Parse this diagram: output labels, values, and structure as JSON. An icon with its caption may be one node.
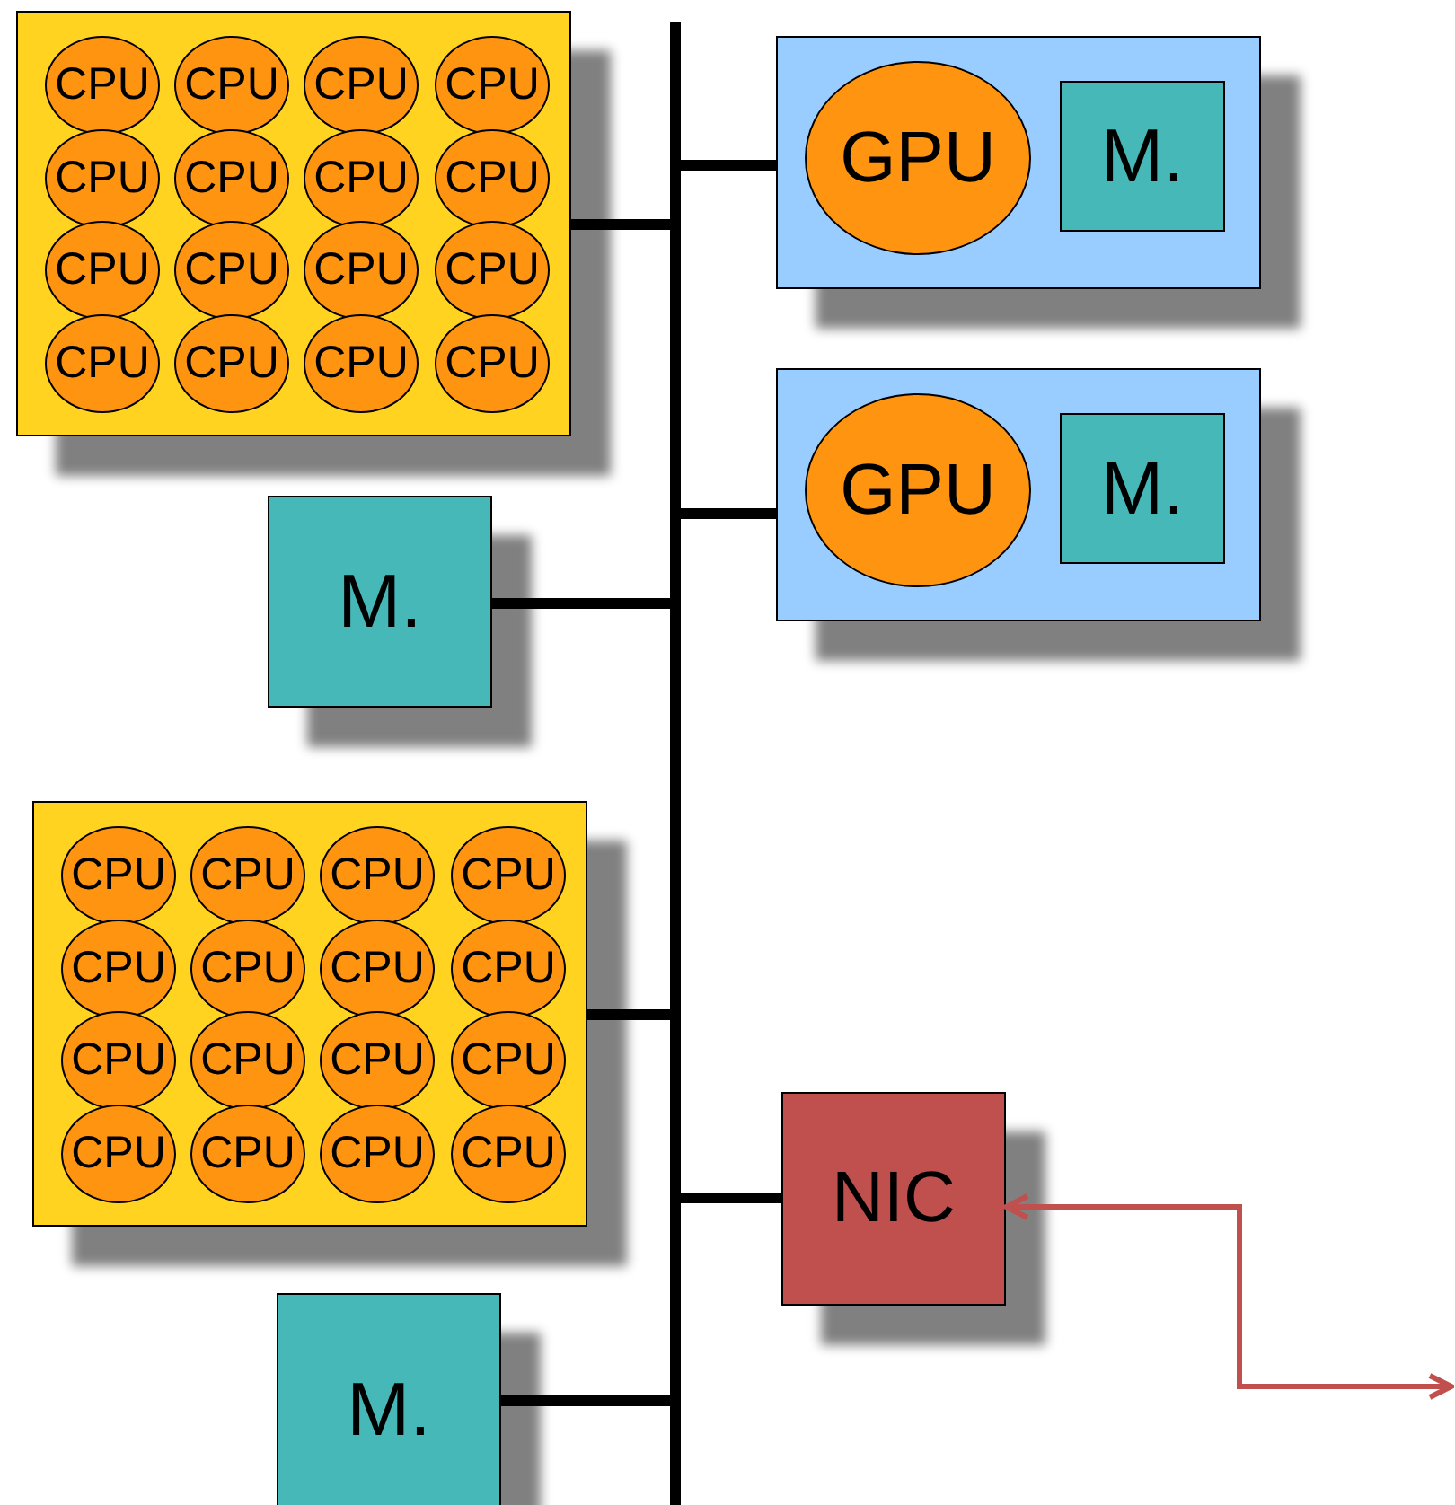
{
  "diagram": {
    "nodes": [
      {
        "text": [],
        "shape": "box"
      },
      {
        "text": [
          "CPU"
        ],
        "in": 0
      },
      {
        "text": [
          "CPU"
        ],
        "in": 0
      },
      {
        "text": [
          "CPU"
        ],
        "in": 0
      },
      {
        "text": [
          "CPU"
        ],
        "in": 0
      },
      {
        "text": [
          "CPU"
        ],
        "in": 0
      },
      {
        "text": [
          "CPU"
        ],
        "in": 0
      },
      {
        "text": [
          "CPU"
        ],
        "in": 0
      },
      {
        "text": [
          "CPU"
        ],
        "in": 0
      },
      {
        "text": [
          "CPU"
        ],
        "in": 0
      },
      {
        "text": [
          "CPU"
        ],
        "in": 0
      },
      {
        "text": [
          "CPU"
        ],
        "in": 0
      },
      {
        "text": [
          "CPU"
        ],
        "in": 0
      },
      {
        "text": [
          "CPU"
        ],
        "in": 0
      },
      {
        "text": [
          "CPU"
        ],
        "in": 0
      },
      {
        "text": [
          "CPU"
        ],
        "in": 0
      },
      {
        "text": [
          "CPU"
        ],
        "in": 0
      },
      {
        "text": [],
        "shape": "box"
      },
      {
        "text": [
          "GPU"
        ],
        "in": 17
      },
      {
        "text": [
          "M."
        ],
        "in": 17
      },
      {
        "text": [],
        "shape": "box"
      },
      {
        "text": [
          "GPU"
        ],
        "in": 20
      },
      {
        "text": [
          "M."
        ],
        "in": 20
      },
      {
        "text": [
          "M."
        ]
      },
      {
        "text": [],
        "shape": "box"
      },
      {
        "text": [
          "CPU"
        ],
        "in": 24
      },
      {
        "text": [
          "CPU"
        ],
        "in": 24
      },
      {
        "text": [
          "CPU"
        ],
        "in": 24
      },
      {
        "text": [
          "CPU"
        ],
        "in": 24
      },
      {
        "text": [
          "CPU"
        ],
        "in": 24
      },
      {
        "text": [
          "CPU"
        ],
        "in": 24
      },
      {
        "text": [
          "CPU"
        ],
        "in": 24
      },
      {
        "text": [
          "CPU"
        ],
        "in": 24
      },
      {
        "text": [
          "CPU"
        ],
        "in": 24
      },
      {
        "text": [
          "CPU"
        ],
        "in": 24
      },
      {
        "text": [
          "CPU"
        ],
        "in": 24
      },
      {
        "text": [
          "CPU"
        ],
        "in": 24
      },
      {
        "text": [
          "CPU"
        ],
        "in": 24
      },
      {
        "text": [
          "CPU"
        ],
        "in": 24
      },
      {
        "text": [
          "CPU"
        ],
        "in": 24
      },
      {
        "text": [
          "CPU"
        ],
        "in": 24
      },
      {
        "text": [
          "NIC"
        ]
      },
      {
        "text": [
          "M."
        ]
      },
      {
        "text": [],
        "shape": "bar"
      }
    ],
    "edges": [
      {
        "from": 0,
        "to": 43,
        "arrow": "none"
      },
      {
        "from": 17,
        "to": 43,
        "arrow": "none"
      },
      {
        "from": 20,
        "to": 43,
        "arrow": "none"
      },
      {
        "from": 23,
        "to": 43,
        "arrow": "none"
      },
      {
        "from": 24,
        "to": 43,
        "arrow": "none"
      },
      {
        "from": 41,
        "to": 43,
        "arrow": "none"
      },
      {
        "from": 42,
        "to": 43,
        "arrow": "none"
      },
      {
        "from": 41,
        "to": null,
        "arrow": "both",
        "color": "#c0504d"
      }
    ]
  }
}
